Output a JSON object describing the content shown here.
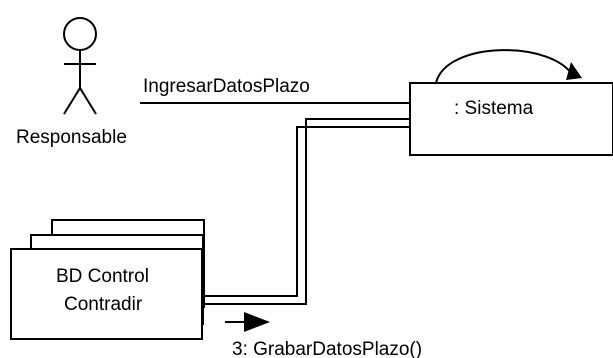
{
  "actor": {
    "label": "Responsable"
  },
  "system": {
    "label": ": Sistema"
  },
  "database": {
    "line1": "BD Control",
    "line2": "Contradir"
  },
  "messages": [
    {
      "label": "IngresarDatosPlazo"
    },
    {
      "label": "3: GrabarDatosPlazo()"
    }
  ]
}
